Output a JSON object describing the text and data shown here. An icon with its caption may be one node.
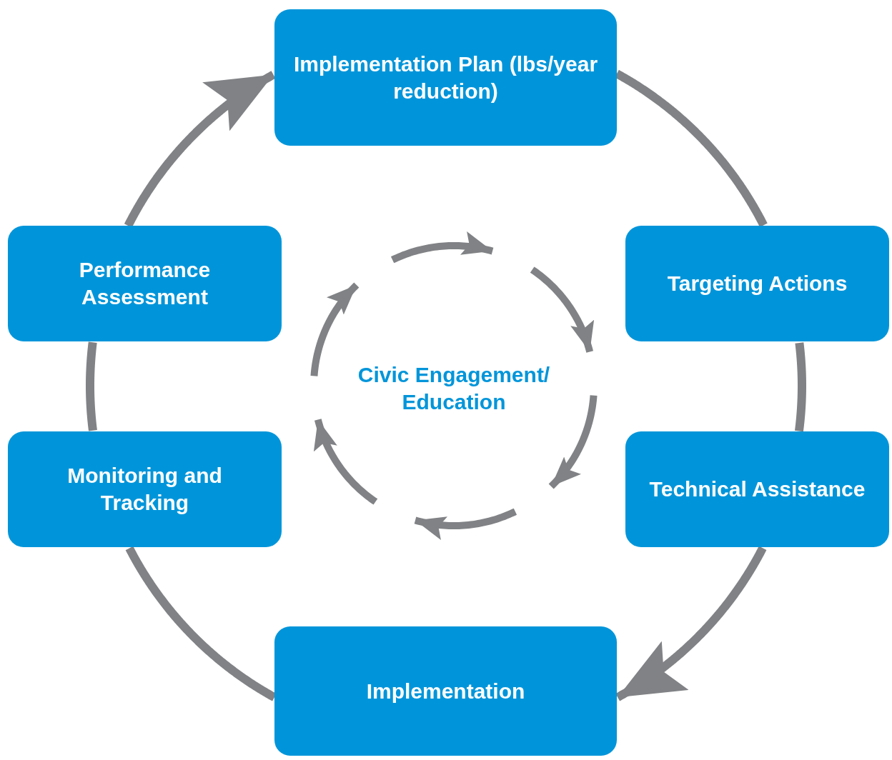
{
  "diagram": {
    "nodes": [
      {
        "text": [
          "Implementation Plan (lbs/year reduction)"
        ]
      },
      {
        "text": [
          "Targeting Actions"
        ]
      },
      {
        "text": [
          "Technical Assistance"
        ]
      },
      {
        "text": [
          "Implementation"
        ]
      },
      {
        "text": [
          "Monitoring and Tracking"
        ]
      },
      {
        "text": [
          "Performance Assessment"
        ]
      }
    ],
    "edges": [
      {
        "from": 0,
        "to": 1,
        "arrow": "none"
      },
      {
        "from": 1,
        "to": 2,
        "arrow": "none"
      },
      {
        "from": 2,
        "to": 3,
        "arrow": "to"
      },
      {
        "from": 3,
        "to": 4,
        "arrow": "none"
      },
      {
        "from": 4,
        "to": 5,
        "arrow": "none"
      },
      {
        "from": 5,
        "to": 0,
        "arrow": "to"
      }
    ],
    "labels": [
      "Civic Engagement/ Education"
    ]
  }
}
